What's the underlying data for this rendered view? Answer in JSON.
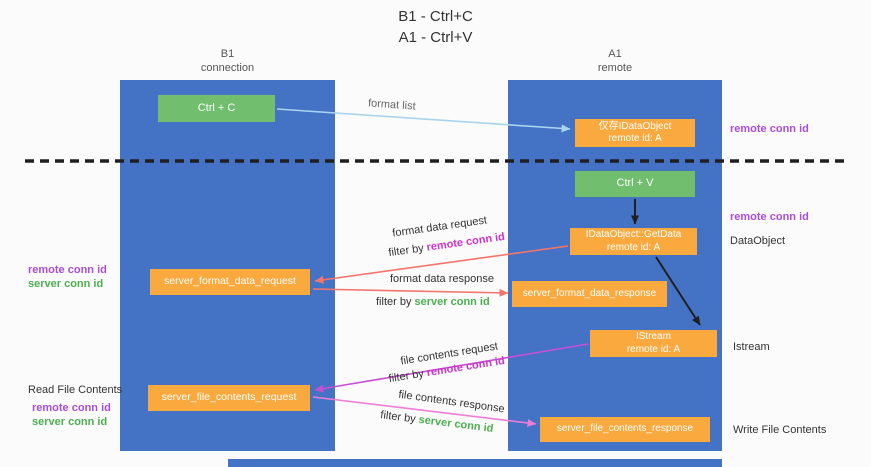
{
  "title": {
    "line1": "B1 - Ctrl+C",
    "line2": "A1 - Ctrl+V"
  },
  "lanes": {
    "left": {
      "name": "B1",
      "sub": "connection"
    },
    "right": {
      "name": "A1",
      "sub": "remote"
    }
  },
  "boxes": {
    "ctrl_c": "Ctrl + C",
    "idataobject_line1": "仅存IDataObject",
    "idataobject_line2": "remote id: A",
    "ctrl_v": "Ctrl + V",
    "getdata_line1": "IDataObject::GetData",
    "getdata_line2": "remote id: A",
    "format_request": "server_format_data_request",
    "format_response": "server_format_data_response",
    "istream_line1": "IStream",
    "istream_line2": "remote id: A",
    "file_request": "server_file_contents_request",
    "file_response": "server_file_contents_response"
  },
  "side_labels": {
    "remote_conn_id": "remote conn id",
    "server_conn_id": "server conn id",
    "dataobject": "DataObject",
    "istream": "Istream",
    "read_file_contents": "Read File Contents",
    "write_file_contents": "Write File Contents"
  },
  "arrow_labels": {
    "format_list": "format list",
    "format_data_request": "format data request",
    "format_data_response": "format data response",
    "file_contents_request": "file contents request",
    "file_contents_response": "file contents response",
    "filter_by": "filter by ",
    "remote_conn_id": "remote conn id",
    "server_conn_id": "server conn id"
  },
  "colors": {
    "lane_blue": "#4472C4",
    "box_green": "#70BE6E",
    "box_orange": "#F9A93D",
    "purple": "#A94ED5",
    "magenta": "#CC33CC",
    "conn_green": "#4CAF50",
    "arrow_red": "#F4756B",
    "arrow_magenta": "#C94FD6",
    "arrow_pink": "#EE7DD7",
    "arrow_blue": "#A8D4EE",
    "ink": "#1F1F1F"
  }
}
